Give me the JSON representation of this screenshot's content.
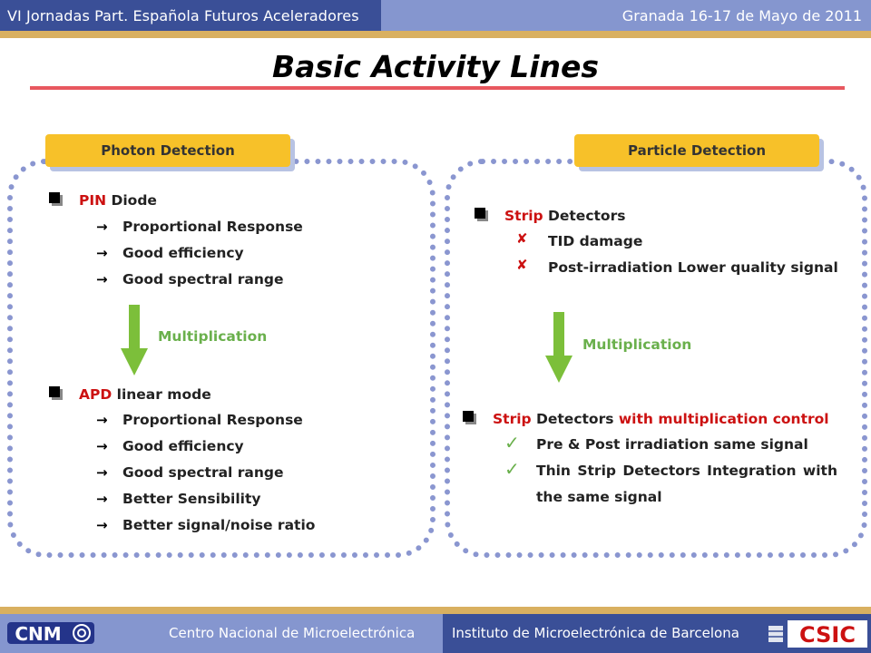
{
  "header": {
    "event": "VI Jornadas Part. Española Futuros Aceleradores",
    "date": "Granada 16-17 de Mayo de 2011"
  },
  "title": "Basic Activity Lines",
  "left_panel": {
    "tab": "Photon Detection",
    "pin": {
      "red": "PIN",
      "rest": " Diode"
    },
    "pin_items": [
      "Proportional Response",
      "Good efficiency",
      "Good spectral range"
    ],
    "multiplication": "Multiplication",
    "apd": {
      "red": "APD",
      "rest": " linear mode"
    },
    "apd_items": [
      "Proportional Response",
      "Good efficiency",
      "Good spectral range",
      "Better Sensibility",
      "Better signal/noise ratio"
    ]
  },
  "right_panel": {
    "tab": "Particle Detection",
    "strip": {
      "red": "Strip",
      "rest": " Detectors"
    },
    "strip_items": [
      "TID damage",
      "Post-irradiation Lower quality signal"
    ],
    "multiplication": "Multiplication",
    "strip_mult": {
      "red1": "Strip",
      "mid": " Detectors ",
      "red2": "with multiplication control"
    },
    "strip_mult_items": [
      "Pre & Post irradiation same signal",
      "Thin Strip Detectors Integration with",
      "the same signal"
    ]
  },
  "footer": {
    "left": "Centro Nacional de Microelectrónica",
    "right": "Instituto de Microelectrónica de Barcelona",
    "logo_left": "CNM",
    "logo_right": "CSIC"
  },
  "colors": {
    "header_dark": "#3a4f97",
    "header_light": "#8596cf",
    "gold": "#d9b060",
    "accent_red": "#cc1111",
    "green": "#6ab04c",
    "tab_yellow": "#f7c129",
    "dots": "#8a96d0"
  },
  "icons": {
    "bullet": "square-bullet-icon",
    "arrow": "right-arrow-icon",
    "cross": "cross-icon",
    "check": "checkmark-icon",
    "down": "down-arrow-icon"
  }
}
